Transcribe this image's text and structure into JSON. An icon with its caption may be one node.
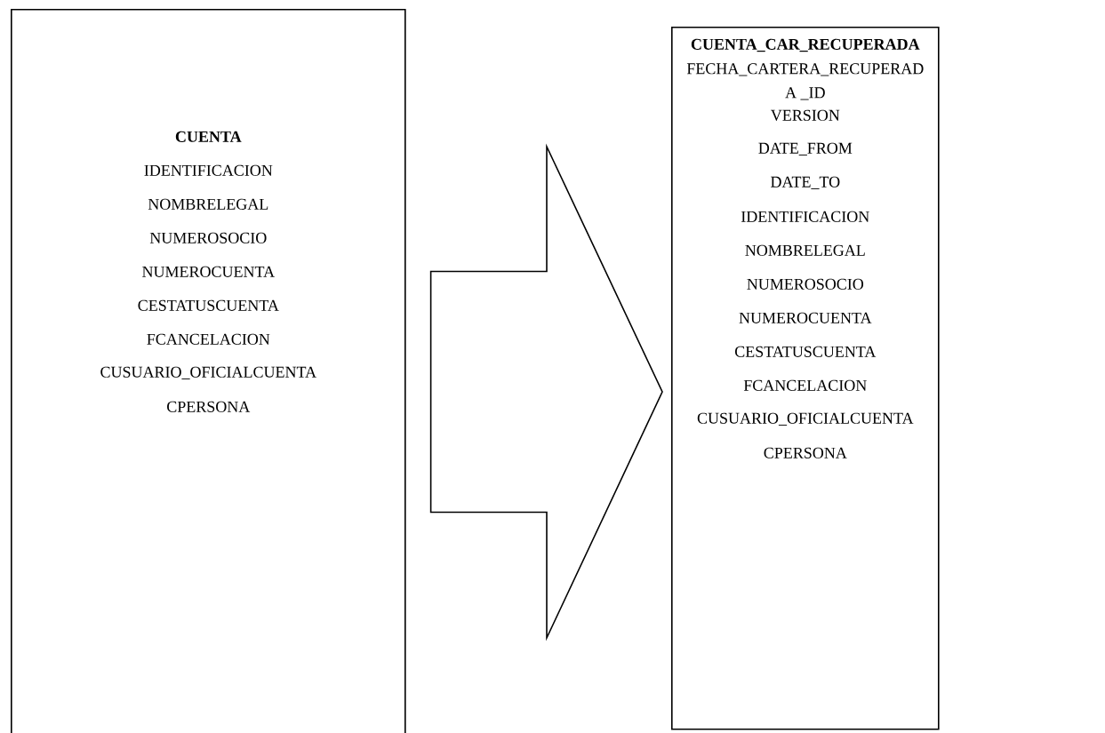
{
  "diagram": {
    "nodes": [
      {
        "text": [
          "CUENTA",
          "IDENTIFICACION",
          "NOMBRELEGAL",
          "NUMEROSOCIO",
          "NUMEROCUENTA",
          "CESTATUSCUENTA",
          "FCANCELACION",
          "CUSUARIO_OFICIALCUENTA",
          "CPERSONA"
        ]
      },
      {
        "text": [
          "CUENTA_CAR_RECUPERADA",
          "FECHA_CARTERA_RECUPERAD A _ID",
          "VERSION",
          "DATE_FROM",
          "DATE_TO",
          "IDENTIFICACION",
          "NOMBRELEGAL",
          "NUMEROSOCIO",
          "NUMEROCUENTA",
          "CESTATUSCUENTA",
          "FCANCELACION",
          "CUSUARIO_OFICIALCUENTA",
          "CPERSONA"
        ]
      }
    ],
    "edges": [
      {
        "from": 0,
        "to": 1,
        "arrow": "to"
      }
    ]
  }
}
